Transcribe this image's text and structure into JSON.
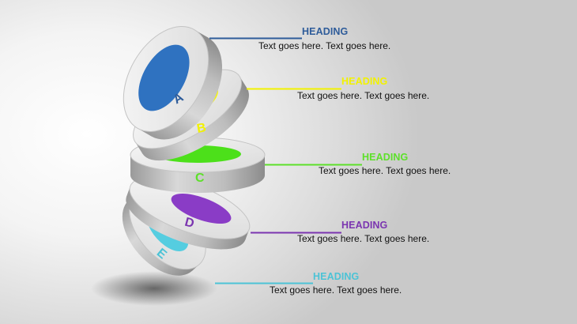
{
  "items": [
    {
      "letter": "A",
      "heading": "HEADING",
      "text": "Text goes here. Text goes here.",
      "color": "#2E5C9A",
      "fill": "#2F72C0"
    },
    {
      "letter": "B",
      "heading": "HEADING",
      "text": "Text goes here. Text goes here.",
      "color": "#F2F200",
      "fill": "#F6F600"
    },
    {
      "letter": "C",
      "heading": "HEADING",
      "text": "Text goes here. Text goes here.",
      "color": "#5DE02A",
      "fill": "#4CE01A"
    },
    {
      "letter": "D",
      "heading": "HEADING",
      "text": "Text goes here. Text goes here.",
      "color": "#7B35B0",
      "fill": "#8A3CC6"
    },
    {
      "letter": "E",
      "heading": "HEADING",
      "text": "Text goes here. Text goes here.",
      "color": "#4CC3D6",
      "fill": "#55CDE0"
    }
  ]
}
